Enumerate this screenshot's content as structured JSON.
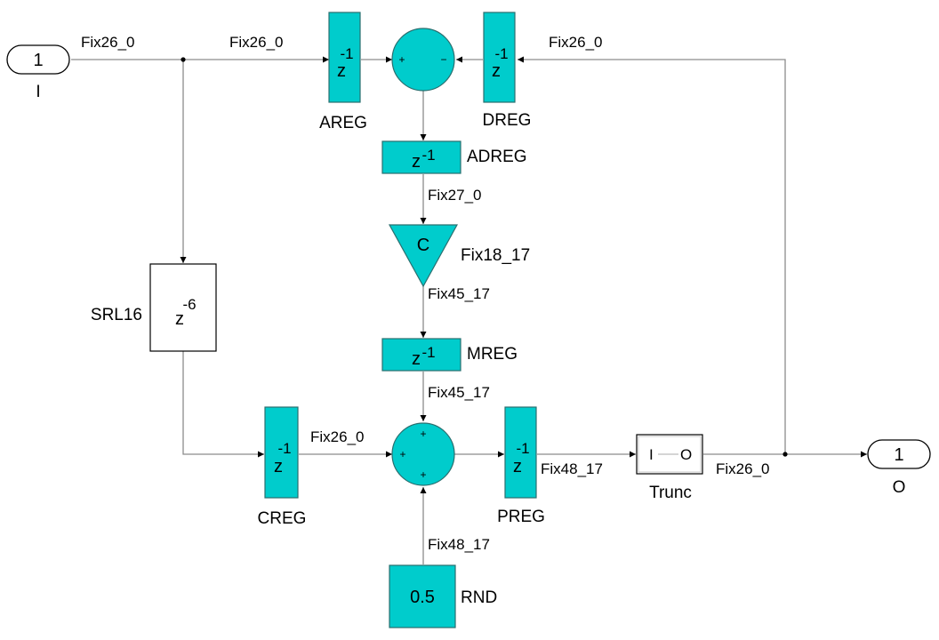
{
  "inport": {
    "number": "1",
    "name": "I"
  },
  "outport": {
    "number": "1",
    "name": "O"
  },
  "blocks": {
    "areg": {
      "name": "AREG",
      "sym": "z",
      "exp": "-1"
    },
    "dreg": {
      "name": "DREG",
      "sym": "z",
      "exp": "-1"
    },
    "adreg": {
      "name": "ADREG",
      "sym": "z",
      "exp": "-1"
    },
    "gain": {
      "symbol": "C",
      "param": "Fix18_17"
    },
    "mreg": {
      "name": "MREG",
      "sym": "z",
      "exp": "-1"
    },
    "srl16": {
      "name": "SRL16",
      "sym": "z",
      "exp": "-6"
    },
    "creg": {
      "name": "CREG",
      "sym": "z",
      "exp": "-1"
    },
    "preg": {
      "name": "PREG",
      "sym": "z",
      "exp": "-1"
    },
    "trunc": {
      "name": "Trunc",
      "in": "I",
      "out": "O"
    },
    "rnd": {
      "name": "RND",
      "value": "0.5"
    }
  },
  "signs": {
    "presub": {
      "left": "+",
      "right": "−"
    },
    "sum": {
      "top": "+",
      "left": "+",
      "bottom": "+"
    }
  },
  "signals": {
    "in_out": "Fix26_0",
    "areg_in": "Fix26_0",
    "feedback": "Fix26_0",
    "adreg_out": "Fix27_0",
    "gain_out": "Fix45_17",
    "mreg_out": "Fix45_17",
    "creg_out": "Fix26_0",
    "preg_out": "Fix48_17",
    "trunc_out": "Fix26_0",
    "rnd_out": "Fix48_17"
  },
  "colors": {
    "block_fill": "#00cccc",
    "block_stroke": "#2a6f6f",
    "wire": "#8c8c8c"
  }
}
